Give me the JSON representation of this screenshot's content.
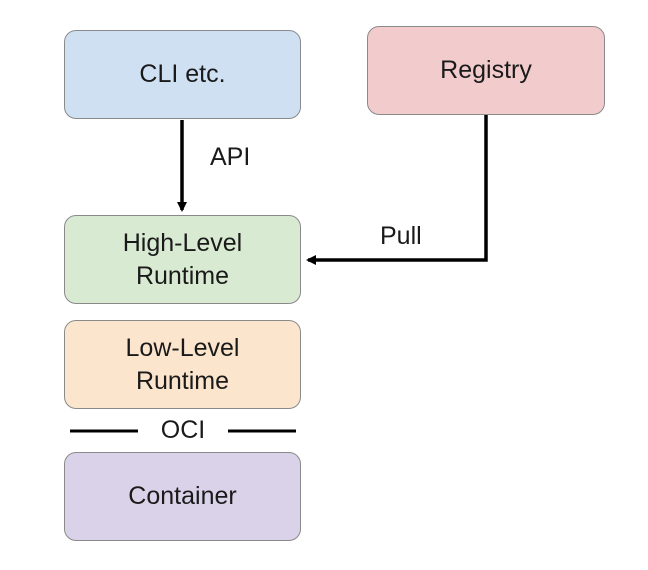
{
  "nodes": {
    "cli": {
      "label": "CLI etc.",
      "fill": "#cfe0f3"
    },
    "registry": {
      "label": "Registry",
      "fill": "#f2cccc"
    },
    "high_level_runtime": {
      "label": "High-Level\nRuntime",
      "fill": "#d9ead3"
    },
    "low_level_runtime": {
      "label": "Low-Level\nRuntime",
      "fill": "#fce5cd"
    },
    "container": {
      "label": "Container",
      "fill": "#d9d2e9"
    }
  },
  "edges": {
    "api": {
      "label": "API",
      "from": "CLI etc.",
      "to": "High-Level Runtime"
    },
    "pull": {
      "label": "Pull",
      "from": "Registry",
      "to": "High-Level Runtime"
    }
  },
  "separator": {
    "label": "OCI"
  },
  "colors": {
    "stroke": "#8a8a8a",
    "arrow": "#000000"
  }
}
